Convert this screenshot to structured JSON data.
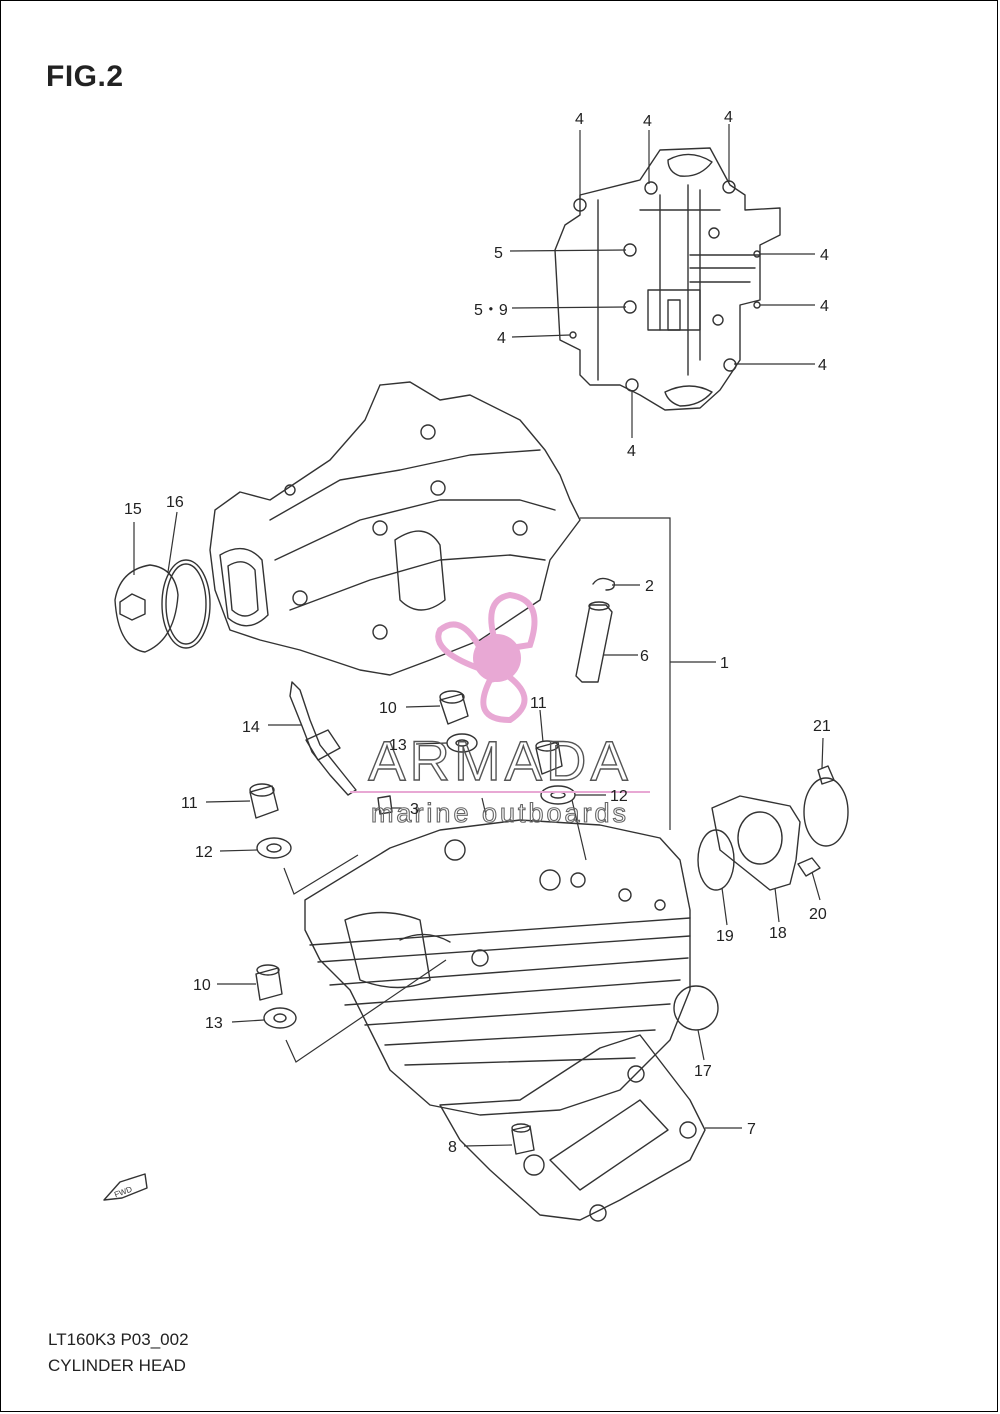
{
  "figure": {
    "title": "FIG.2",
    "code": "LT160K3 P03_002",
    "name": "CYLINDER HEAD"
  },
  "watermark": {
    "brand": "ARMADA",
    "tagline": "marine outboards",
    "color": "#e8a8d4"
  },
  "fwd_label": "FWD",
  "callouts": [
    "4",
    "4",
    "4",
    "5",
    "4",
    "5・9",
    "4",
    "4",
    "4",
    "4",
    "15",
    "16",
    "2",
    "6",
    "1",
    "11",
    "10",
    "14",
    "13",
    "11",
    "3",
    "12",
    "12",
    "21",
    "20",
    "19",
    "18",
    "10",
    "13",
    "17",
    "7",
    "8"
  ]
}
